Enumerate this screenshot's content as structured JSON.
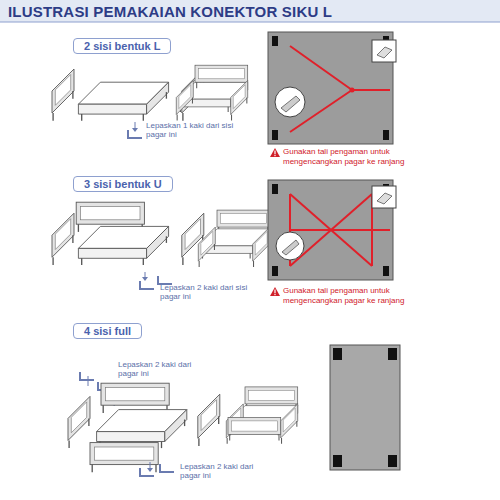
{
  "diagram": {
    "title": "ILUSTRASI PEMAKAIAN KONEKTOR SIKU L",
    "nodes": [
      {
        "text": [
          "2 sisi bentuk L"
        ]
      },
      {
        "text": [
          "3 sisi bentuk U"
        ]
      },
      {
        "text": [
          "4 sisi full"
        ]
      }
    ],
    "labels": [
      "Lepaskan 1 kaki dari sisi pagar ini",
      "Gunakan tali pengaman untuk mengencangkan pagar ke ranjang",
      "Lepaskan 2 kaki dari sisi pagar ini",
      "Gunakan tali pengaman untuk mengencangkan pagar ke ranjang",
      "Lepaskan 2 kaki dari pagar ini",
      "Lepaskan 2 kaki dari pagar ini"
    ]
  }
}
